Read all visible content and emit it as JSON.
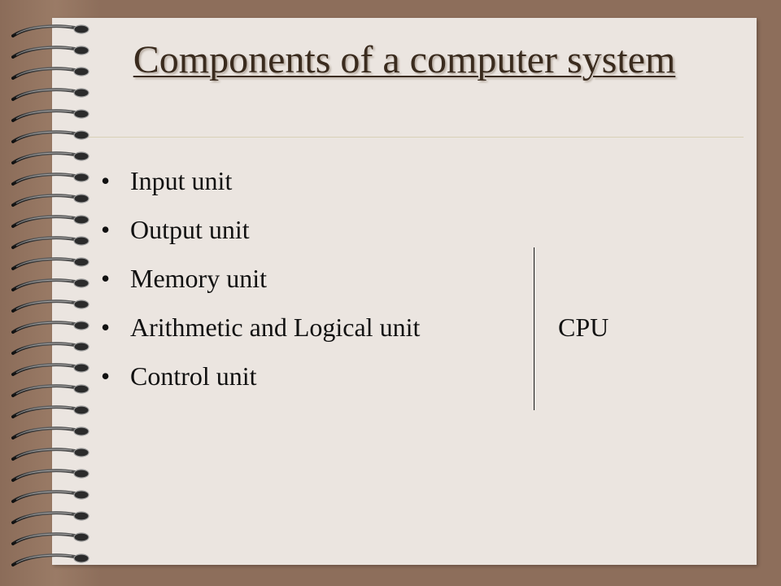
{
  "slide": {
    "title": "Components of a computer system",
    "bullets": [
      "Input unit",
      "Output unit",
      "Memory unit",
      "Arithmetic and Logical unit",
      "Control unit"
    ],
    "bullet_glyph": "•",
    "cpu_label": "CPU"
  },
  "colors": {
    "background": "#8d6e5b",
    "sheet": "#ebe5e0",
    "title": "#3a2b1e"
  }
}
